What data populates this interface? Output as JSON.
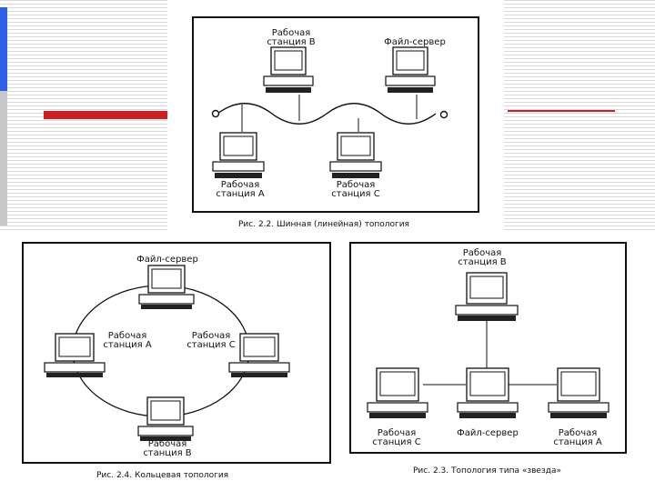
{
  "figure_bus": {
    "caption": "Рис. 2.2. Шинная (линейная) топология",
    "nodes": {
      "ws_b": {
        "line1": "Рабочая",
        "line2": "станция В"
      },
      "server": {
        "line1": "Файл-сервер"
      },
      "ws_a": {
        "line1": "Рабочая",
        "line2": "станция А"
      },
      "ws_c": {
        "line1": "Рабочая",
        "line2": "станция С"
      }
    }
  },
  "figure_ring": {
    "caption": "Рис. 2.4. Кольцевая топология",
    "nodes": {
      "server": {
        "line1": "Файл-сервер"
      },
      "ws_a": {
        "line1": "Рабочая",
        "line2": "станция А"
      },
      "ws_c": {
        "line1": "Рабочая",
        "line2": "станция С"
      },
      "ws_b": {
        "line1": "Рабочая",
        "line2": "станция В"
      }
    }
  },
  "figure_star": {
    "caption": "Рис. 2.3. Топология типа «звезда»",
    "nodes": {
      "ws_b": {
        "line1": "Рабочая",
        "line2": "станция В"
      },
      "ws_c": {
        "line1": "Рабочая",
        "line2": "станция С"
      },
      "server": {
        "line1": "Файл-сервер"
      },
      "ws_a": {
        "line1": "Рабочая",
        "line2": "станция А"
      }
    }
  }
}
